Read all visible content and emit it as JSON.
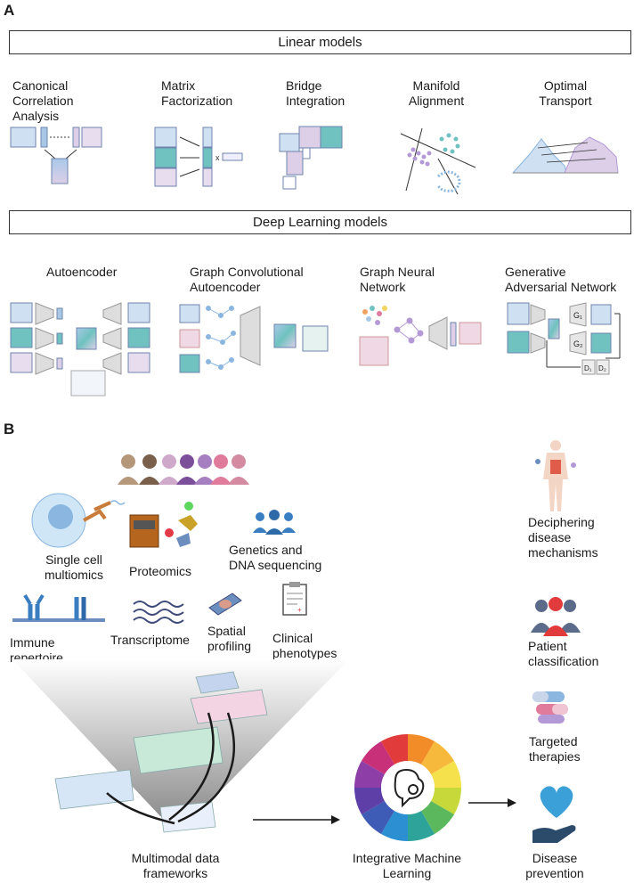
{
  "panel_a": {
    "letter": "A",
    "linear_title": "Linear models",
    "linear": [
      "Canonical\nCorrelation\nAnalysis",
      "Matrix\nFactorization",
      "Bridge\nIntegration",
      "Manifold\nAlignment",
      "Optimal\nTransport"
    ],
    "deep_title": "Deep Learning models",
    "deep": [
      "Autoencoder",
      "Graph Convolutional\nAutoencoder",
      "Graph Neural\nNetwork",
      "Generative\nAdversarial Network"
    ],
    "mf_times": "x",
    "gan": {
      "g1": "G₁",
      "g2": "G₂",
      "d1": "D₁",
      "d2": "D₂"
    }
  },
  "panel_b": {
    "letter": "B",
    "data_types": [
      "Single cell\nmultiomics",
      "Proteomics",
      "Genetics and\nDNA sequencing",
      "Immune\nrepertoire",
      "Transcriptome",
      "Spatial\nprofiling",
      "Clinical\nphenotypes"
    ],
    "framework_label": "Multimodal data\nframeworks",
    "ml_label": "Integrative Machine\nLearning",
    "outcomes": [
      "Deciphering\ndisease\nmechanisms",
      "Patient\nclassification",
      "Targeted\ntherapies",
      "Disease\nprevention"
    ]
  },
  "colors": {
    "blue": "#a9c8e8",
    "teal": "#6fc2bf",
    "lilac": "#ddcfe8",
    "border": "#6f84ad"
  }
}
